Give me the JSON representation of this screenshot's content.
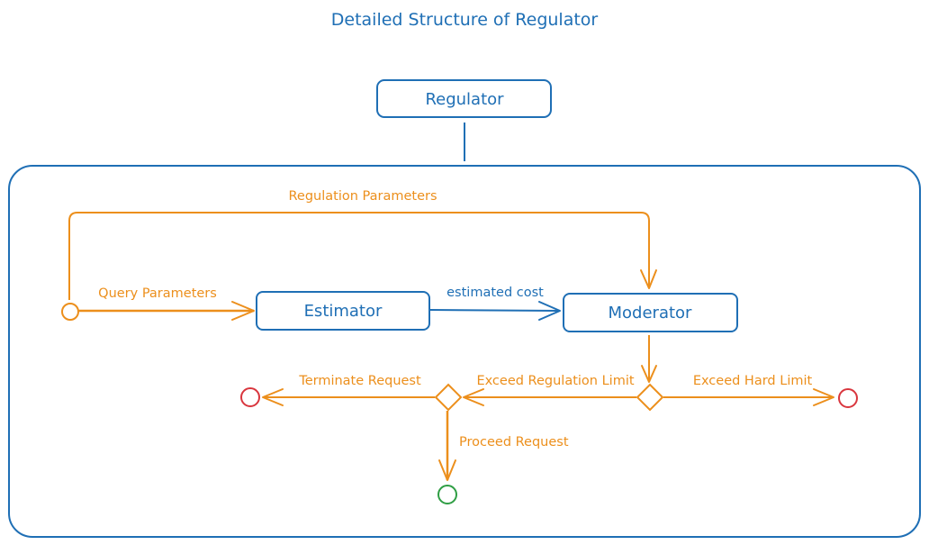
{
  "title": "Detailed Structure of Regulator",
  "nodes": {
    "regulator": "Regulator",
    "estimator": "Estimator",
    "moderator": "Moderator"
  },
  "edges": {
    "regulation_parameters": "Regulation Parameters",
    "query_parameters": "Query Parameters",
    "estimated_cost": "estimated cost",
    "exceed_regulation_limit": "Exceed Regulation Limit",
    "exceed_hard_limit": "Exceed Hard Limit",
    "terminate_request": "Terminate Request",
    "proceed_request": "Proceed Request"
  },
  "colors": {
    "blue": "#1f6fb5",
    "orange": "#ec8f1c",
    "red": "#d9363e",
    "green": "#2f9e44"
  }
}
